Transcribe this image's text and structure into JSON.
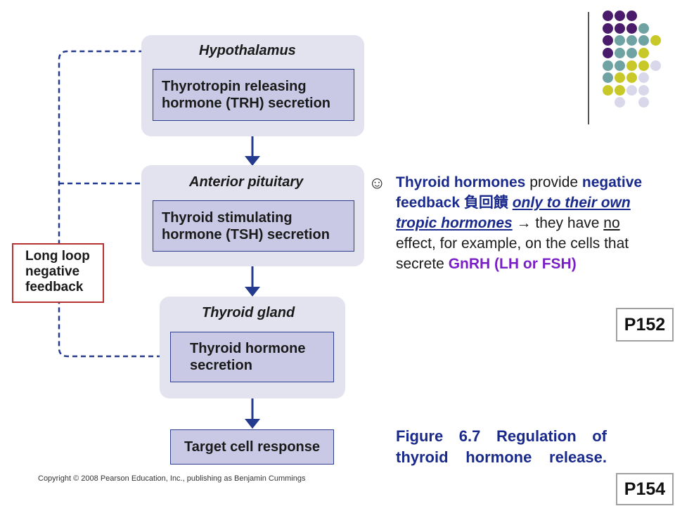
{
  "diagram": {
    "hypothalamus": {
      "title": "Hypothalamus",
      "box": [
        "Thyrotropin releasing",
        "hormone (TRH) secretion"
      ]
    },
    "pituitary": {
      "title": "Anterior pituitary",
      "box": [
        "Thyroid stimulating",
        "hormone (TSH) secretion"
      ]
    },
    "thyroid": {
      "title": "Thyroid gland",
      "box": [
        "Thyroid hormone",
        "secretion"
      ]
    },
    "target": "Target cell response",
    "loop_label": [
      "Long loop",
      "negative",
      "feedback"
    ],
    "copyright": "Copyright © 2008 Pearson Education, Inc., publishing as Benjamin Cummings"
  },
  "note": {
    "bullet": "☺",
    "part1": "Thyroid hormones",
    "part2": " provide ",
    "part3": "negative feedback 負回饋",
    "part4": " ",
    "part5": "only to their own tropic hormones",
    "arrow": " → ",
    "part6": "they have ",
    "part7": "no",
    "part8": " effect, for example, on the cells that secrete ",
    "part9": "GnRH",
    "part10": " ",
    "part11": "(LH or FSH)"
  },
  "page_refs": {
    "p1": "P152",
    "p2": "P154"
  },
  "caption": "Figure 6.7  Regulation of thyroid hormone release.",
  "colors": {
    "purple": "#4a1a6b",
    "teal": "#6fa3a3",
    "yellow": "#c8c829",
    "lavender": "#d8d8ea"
  }
}
